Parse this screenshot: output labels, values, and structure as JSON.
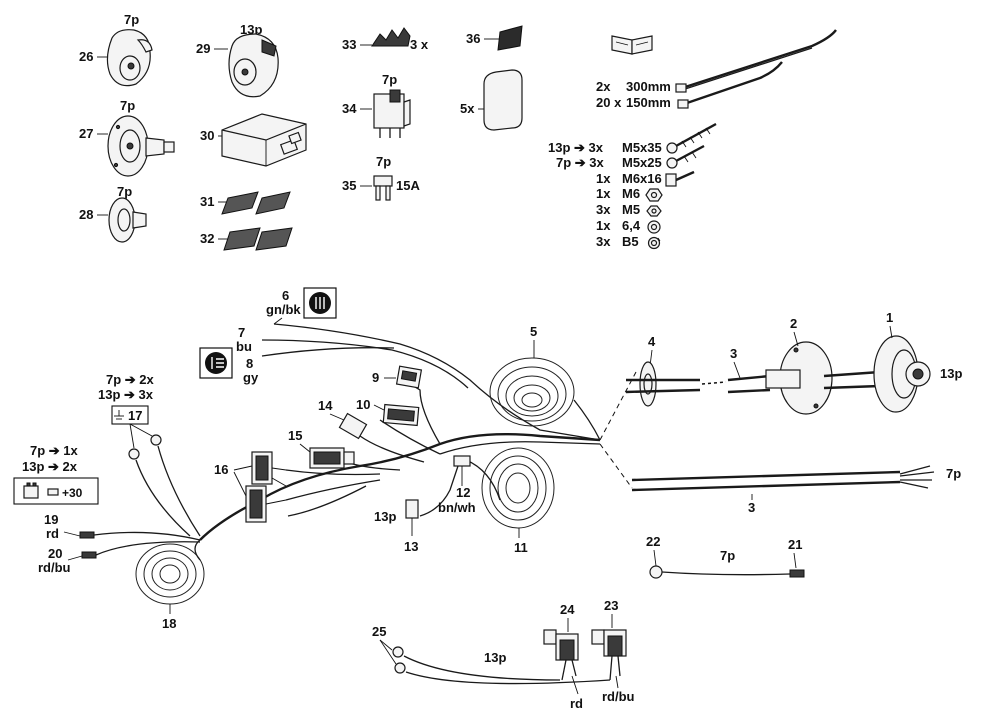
{
  "parts": {
    "p26": {
      "no": "26",
      "pins": "7p"
    },
    "p27": {
      "no": "27",
      "pins": "7p"
    },
    "p28": {
      "no": "28",
      "pins": "7p"
    },
    "p29": {
      "no": "29",
      "pins": "13p"
    },
    "p30": {
      "no": "30"
    },
    "p31": {
      "no": "31"
    },
    "p32": {
      "no": "32"
    },
    "p33": {
      "no": "33",
      "qty": "3 x"
    },
    "p34": {
      "no": "34",
      "pins": "7p"
    },
    "p35": {
      "no": "35",
      "pins": "7p",
      "rating": "15A"
    },
    "p36": {
      "no": "36"
    },
    "p36b": {
      "qty": "5x"
    }
  },
  "ties": {
    "row1": {
      "qty": "2x",
      "size": "300mm"
    },
    "row2": {
      "qty": "20 x",
      "size": "150mm"
    }
  },
  "hardware": [
    {
      "qty": "13p ➔ 3x",
      "size": "M5x35"
    },
    {
      "qty": "7p ➔ 3x",
      "size": "M5x25"
    },
    {
      "qty": "1x",
      "size": "M6x16"
    },
    {
      "qty": "1x",
      "size": "M6"
    },
    {
      "qty": "3x",
      "size": "M5"
    },
    {
      "qty": "1x",
      "size": "6,4"
    },
    {
      "qty": "3x",
      "size": "B5"
    }
  ],
  "harness": {
    "n1": "1",
    "n2": "2",
    "n3a": "3",
    "n3b": "3",
    "n4": "4",
    "n5": "5",
    "n6": "6",
    "n6c": "gn/bk",
    "n7": "7",
    "n7c": "bu",
    "n8": "8",
    "n8c": "gy",
    "n9": "9",
    "n10": "10",
    "n11": "11",
    "n12": "12",
    "n12c": "bn/wh",
    "n13": "13",
    "n13p": "13p",
    "n14": "14",
    "n15": "15",
    "n16": "16",
    "n17": "17",
    "n17q1": "7p ➔ 2x",
    "n17q2": "13p ➔ 3x",
    "n18": "18",
    "n19": "19",
    "n19c": "rd",
    "n20": "20",
    "n20c": "rd/bu",
    "bat1": "7p ➔ 1x",
    "bat2": "13p ➔ 2x",
    "bat30": "+30",
    "p13_main": "13p",
    "p7_main": "7p"
  },
  "kit7": {
    "n21": "21",
    "n22": "22",
    "pins": "7p"
  },
  "kit13": {
    "n23": "23",
    "n24": "24",
    "n25": "25",
    "pins": "13p",
    "rd": "rd",
    "rdbu": "rd/bu"
  }
}
